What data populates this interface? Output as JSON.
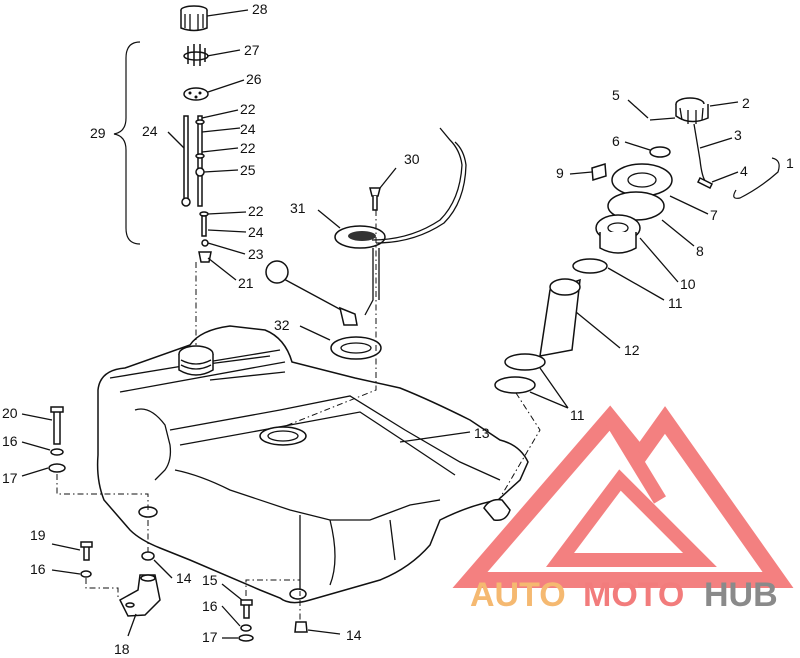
{
  "labels": {
    "p1": "1",
    "p2": "2",
    "p3": "3",
    "p4": "4",
    "p5": "5",
    "p6": "6",
    "p7": "7",
    "p8": "8",
    "p9": "9",
    "p10": "10",
    "p11a": "11",
    "p11b": "11",
    "p12": "12",
    "p13": "13",
    "p14a": "14",
    "p14b": "14",
    "p15": "15",
    "p16a": "16",
    "p16b": "16",
    "p16c": "16",
    "p17a": "17",
    "p17b": "17",
    "p18": "18",
    "p19": "19",
    "p20": "20",
    "p21": "21",
    "p22a": "22",
    "p22b": "22",
    "p22c": "22",
    "p23": "23",
    "p24a": "24",
    "p24b": "24",
    "p24c": "24",
    "p25": "25",
    "p26": "26",
    "p27": "27",
    "p28": "28",
    "p29": "29",
    "p30": "30",
    "p31": "31",
    "p32": "32"
  },
  "watermark": {
    "text_auto": "AUTO",
    "text_moto": "MOTO",
    "text_hub": "HUB",
    "color_auto": "#f5b971",
    "color_moto": "#f27c7c",
    "color_hub": "#8a8a8a",
    "logo_color": "#f26a6a"
  }
}
